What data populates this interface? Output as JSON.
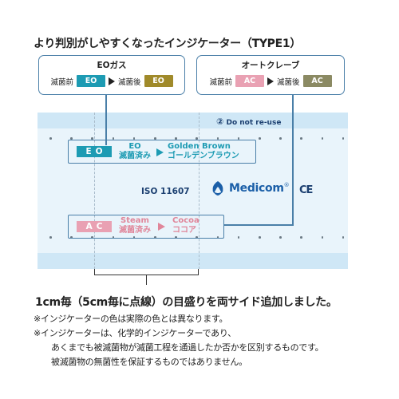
{
  "heading": "より判別がしやすくなったインジケーター（TYPE1）",
  "legend_eo": {
    "title": "EOガス",
    "before_label": "滅菌前",
    "before_chip": "EO",
    "after_label": "滅菌後",
    "after_chip": "EO"
  },
  "legend_ac": {
    "title": "オートクレーブ",
    "before_label": "滅菌前",
    "before_chip": "AC",
    "after_label": "滅菌後",
    "after_chip": "AC"
  },
  "strip": {
    "do_not_reuse_symbol": "②",
    "do_not_reuse_text": "Do not re-use",
    "eo_chip": "EO",
    "eo_line1": "EO",
    "eo_line2": "滅菌済み",
    "eo_result1": "Golden Brown",
    "eo_result2": "ゴールデンブラウン",
    "iso": "ISO 11607",
    "brand": "Medicom",
    "brand_mark": "®",
    "ce_mark": "CE",
    "ac_chip": "AC",
    "ac_line1": "Steam",
    "ac_line2": "滅菌済み",
    "ac_result1": "Cocoa",
    "ac_result2": "ココア"
  },
  "footer": "1cm毎（5cm毎に点線）の目盛りを両サイド追加しました。",
  "notes": [
    "※インジケーターの色は実際の色とは異なります。",
    "※インジケーターは、化学的インジケーターであり、",
    "あくまでも被滅菌物が滅菌工程を通過したか否かを区別するものです。",
    "被滅菌物の無菌性を保証するものではありません。"
  ],
  "colors": {
    "eo_before": "#1d9bb3",
    "eo_after": "#a08a2a",
    "ac_before": "#e9a1b3",
    "ac_after": "#8b8a63",
    "brand_blue": "#1b5fa8"
  }
}
